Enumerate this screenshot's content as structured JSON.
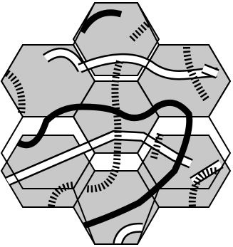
{
  "game": {
    "type": "hexagonal path-tile puzzle",
    "tile_count": 7,
    "tile_fill": "#c8c8c8",
    "tile_stroke": "#000000",
    "path_styles": {
      "solid_track": "#000000",
      "white_track": "#ffffff",
      "dashed_track": "#000000"
    },
    "tiles": [
      {
        "id": "top",
        "index": 0
      },
      {
        "id": "upper-left",
        "index": 1
      },
      {
        "id": "upper-right",
        "index": 2
      },
      {
        "id": "center",
        "index": 3
      },
      {
        "id": "lower-left",
        "index": 4
      },
      {
        "id": "lower-right",
        "index": 5
      },
      {
        "id": "bottom",
        "index": 6
      }
    ]
  }
}
